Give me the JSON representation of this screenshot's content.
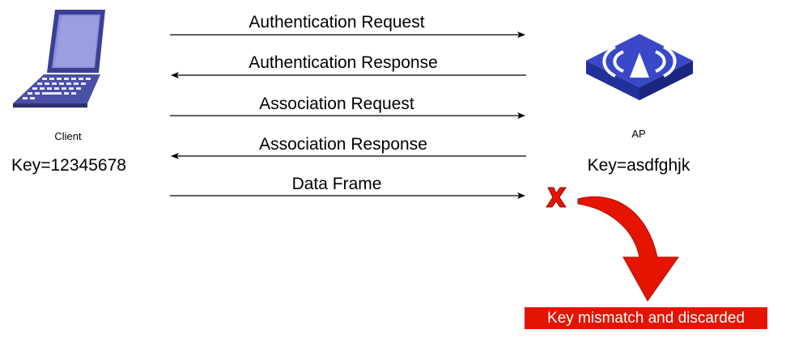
{
  "client": {
    "label": "Client",
    "key": "Key=12345678"
  },
  "ap": {
    "label": "AP",
    "key": "Key=asdfghjk"
  },
  "messages": [
    {
      "label": "Authentication Request",
      "direction": "right"
    },
    {
      "label": "Authentication Response",
      "direction": "left"
    },
    {
      "label": "Association Request",
      "direction": "right"
    },
    {
      "label": "Association Response",
      "direction": "left"
    },
    {
      "label": "Data Frame",
      "direction": "right"
    }
  ],
  "reject_mark": "X",
  "result_label": "Key mismatch and discarded",
  "colors": {
    "laptop": "#4a4fa8",
    "ap": "#2d3db8",
    "alert": "#e51400",
    "arrow": "#000000"
  },
  "icons": {
    "client": "laptop-icon",
    "ap": "wireless-ap-icon",
    "reject": "cross-icon",
    "result": "curved-arrow-icon"
  }
}
